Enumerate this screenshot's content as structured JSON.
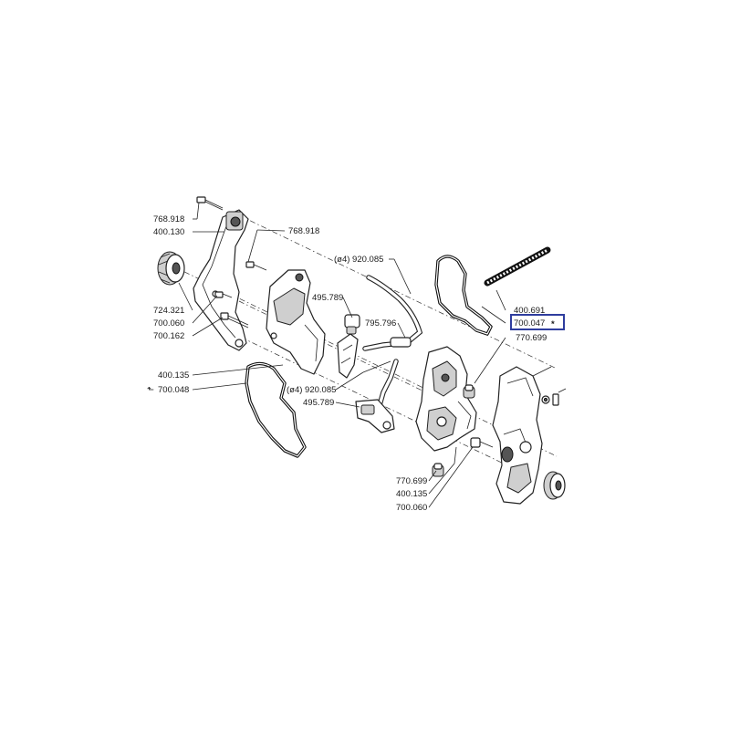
{
  "diagram": {
    "labels": [
      {
        "id": "l1",
        "text": "768.918"
      },
      {
        "id": "l2",
        "text": "400.130"
      },
      {
        "id": "l3",
        "text": "768.918"
      },
      {
        "id": "l4",
        "text": "(ø4) 920.085"
      },
      {
        "id": "l5",
        "text": "495.789"
      },
      {
        "id": "l6",
        "text": "795.796"
      },
      {
        "id": "l7",
        "text": "724.321"
      },
      {
        "id": "l8",
        "text": "700.060"
      },
      {
        "id": "l9",
        "text": "700.162"
      },
      {
        "id": "l10",
        "text": "400.691"
      },
      {
        "id": "l11",
        "text": "700.047"
      },
      {
        "id": "l12",
        "text": "770.699"
      },
      {
        "id": "l13",
        "text": "400.135"
      },
      {
        "id": "l14",
        "text": "700.048"
      },
      {
        "id": "l15",
        "text": "(ø4) 920.085"
      },
      {
        "id": "l16",
        "text": "495.789"
      },
      {
        "id": "l17",
        "text": "770.699"
      },
      {
        "id": "l18",
        "text": "400.135"
      },
      {
        "id": "l19",
        "text": "700.060"
      }
    ],
    "markers": {
      "asterisk": "*",
      "arrow": "⬑"
    },
    "highlight_color": "#2f3d9e"
  }
}
